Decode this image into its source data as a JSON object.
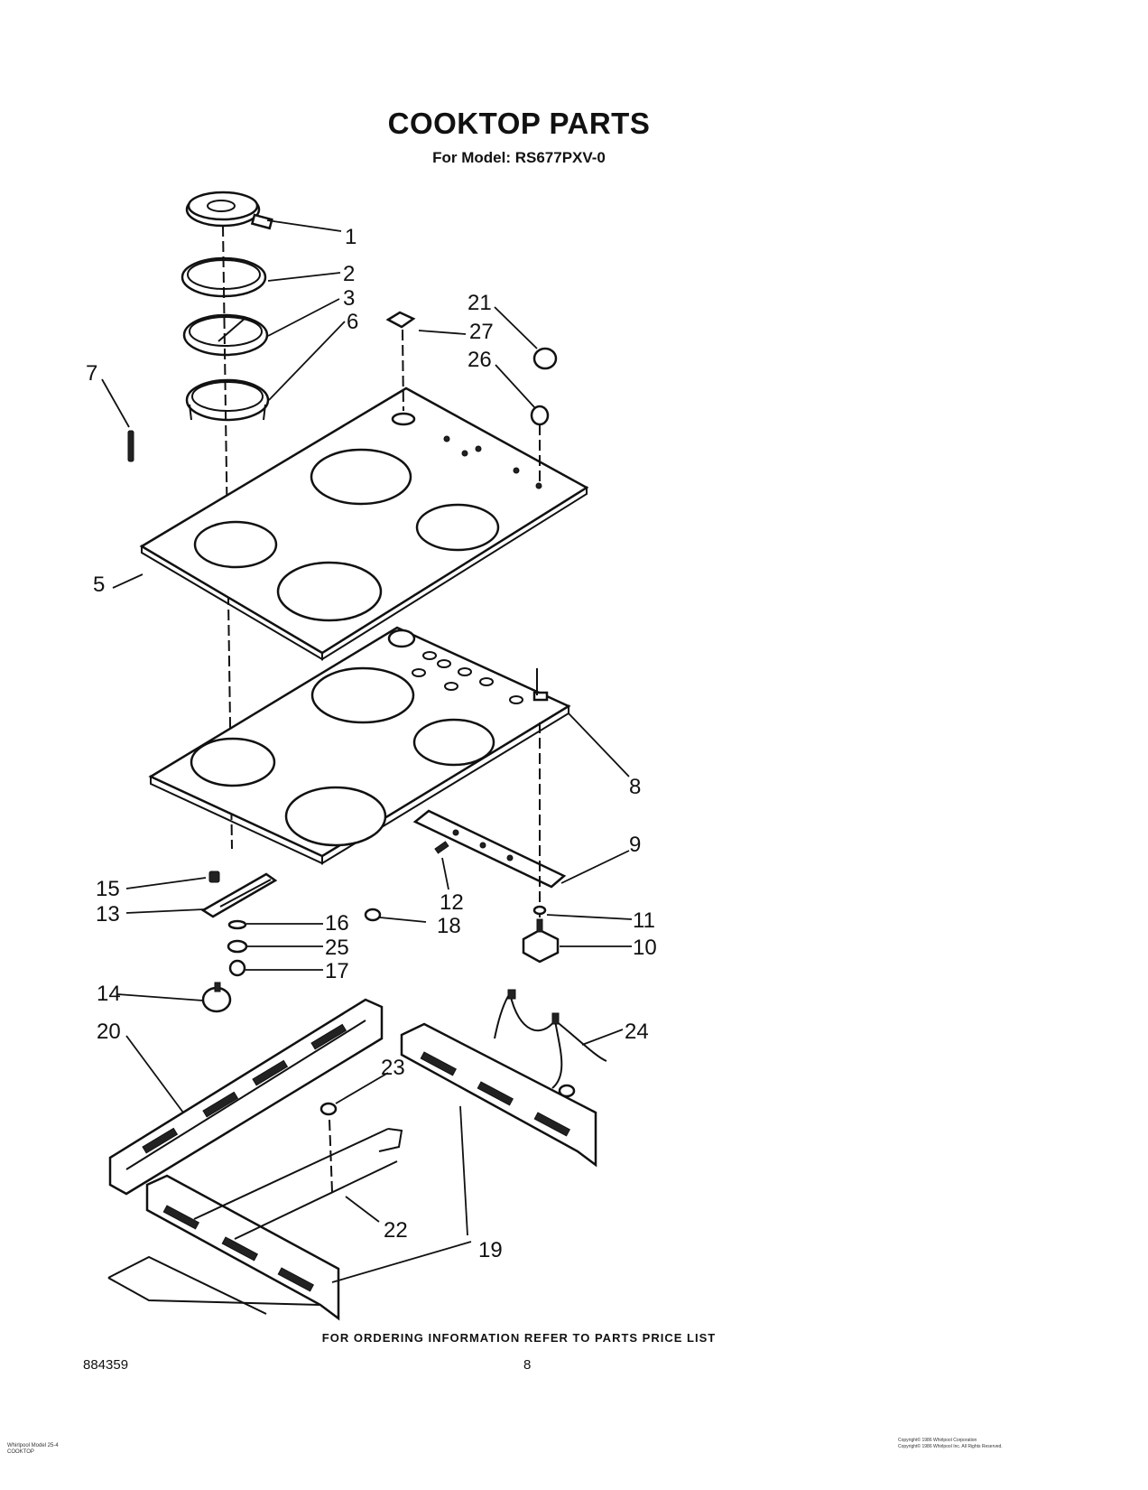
{
  "header": {
    "title": "COOKTOP PARTS",
    "model_line": "For Model: RS677PXV-0"
  },
  "callouts": [
    "1",
    "2",
    "3",
    "6",
    "7",
    "5",
    "21",
    "27",
    "26",
    "8",
    "9",
    "12",
    "18",
    "11",
    "10",
    "15",
    "13",
    "16",
    "25",
    "17",
    "14",
    "20",
    "23",
    "24",
    "22",
    "19"
  ],
  "footer": {
    "ordering_note": "FOR ORDERING INFORMATION REFER TO PARTS PRICE LIST",
    "doc_number": "884359",
    "page_number": "8",
    "left_line1": "Whirlpool Model 25-4",
    "left_line2": "COOKTOP",
    "right_line1": "Copyright© 1986 Whirlpool Corporation",
    "right_line2": "Copyright© 1986 Whirlpool Inc. All Rights Reserved."
  }
}
